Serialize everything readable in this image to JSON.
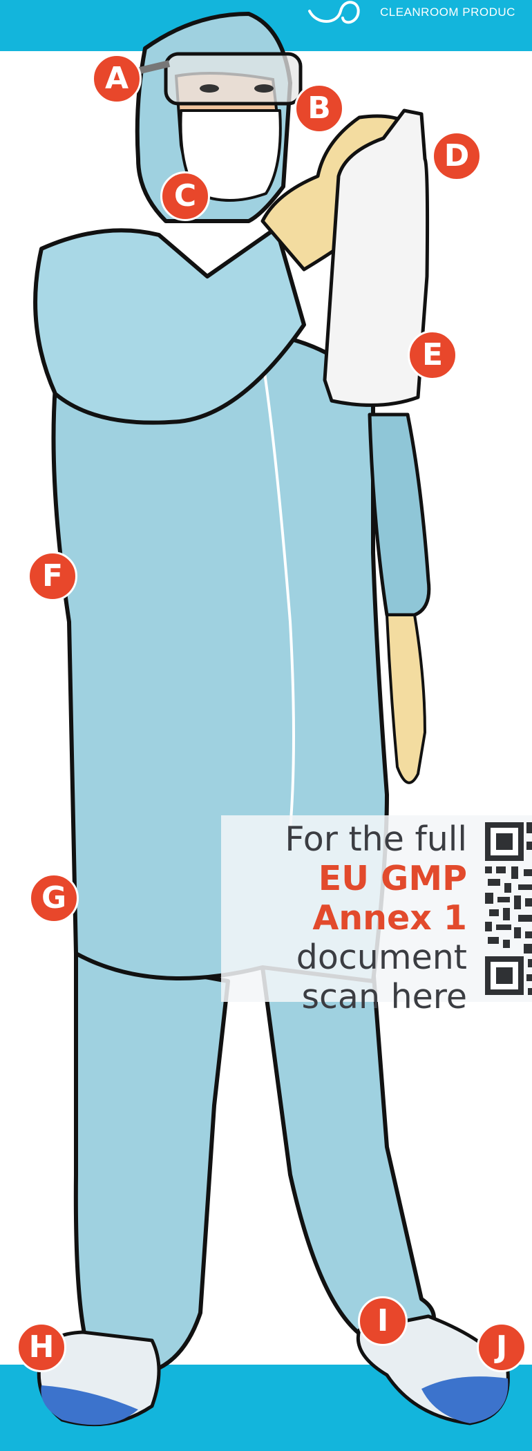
{
  "header": {
    "brand_text": "CLEANROOM PRODUC",
    "logo_icon": "swirl-logo-icon"
  },
  "markers": [
    {
      "id": "marker-a",
      "label": "A"
    },
    {
      "id": "marker-b",
      "label": "B"
    },
    {
      "id": "marker-c",
      "label": "C"
    },
    {
      "id": "marker-d",
      "label": "D"
    },
    {
      "id": "marker-e",
      "label": "E"
    },
    {
      "id": "marker-f",
      "label": "F"
    },
    {
      "id": "marker-g",
      "label": "G"
    },
    {
      "id": "marker-h",
      "label": "H"
    },
    {
      "id": "marker-i",
      "label": "I"
    },
    {
      "id": "marker-j",
      "label": "J"
    }
  ],
  "qr_callout": {
    "line1": "For the full",
    "line2": "EU GMP",
    "line3": "Annex 1",
    "line4": "document",
    "line5": "scan here",
    "qr_icon": "qr-code-icon"
  },
  "colors": {
    "brand_blue": "#13b5dc",
    "marker_red": "#e8472b",
    "suit_blue": "#9fd1e0",
    "glove_yellow": "#f3dca0",
    "shoe_cover_blue": "#3c73cc",
    "highlight_text": "#e24a2c"
  }
}
